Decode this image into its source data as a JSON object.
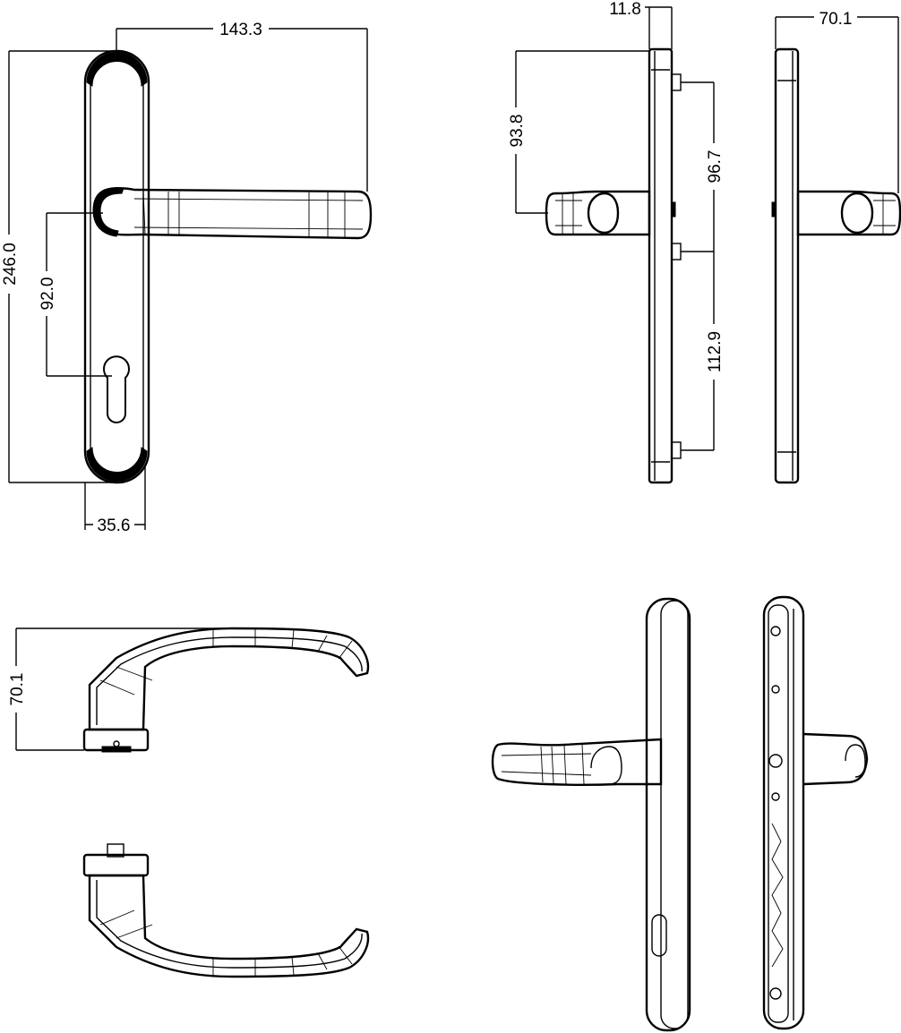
{
  "diagram": {
    "dimensions": {
      "front_lever_length": "143.3",
      "front_plate_height": "246.0",
      "front_handle_to_keyhole": "92.0",
      "front_plate_width": "35.6",
      "side_plate_thickness": "11.8",
      "side_handle_height": "93.8",
      "side_top_to_mid_screw": "96.7",
      "side_mid_to_bottom_screw": "112.9",
      "rear_projection": "70.1",
      "top_handle_projection": "70.1"
    },
    "colors": {
      "line": "#000000",
      "background": "#ffffff"
    }
  }
}
